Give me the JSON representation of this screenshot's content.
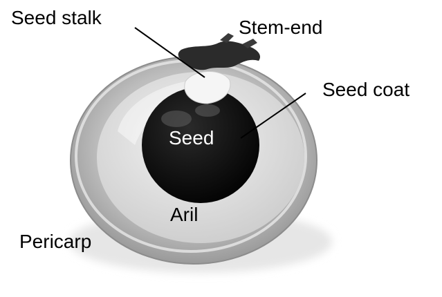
{
  "labels": {
    "seed_stalk": "Seed stalk",
    "stem_end": "Stem-end",
    "seed_coat": "Seed coat",
    "seed": "Seed",
    "aril": "Aril",
    "pericarp": "Pericarp"
  },
  "colors": {
    "background": "#ffffff",
    "pericarp": "#b9b9b9",
    "aril": "#dedede",
    "seed": "#0d0d0d",
    "label_dark": "#000000",
    "label_light": "#ffffff"
  }
}
